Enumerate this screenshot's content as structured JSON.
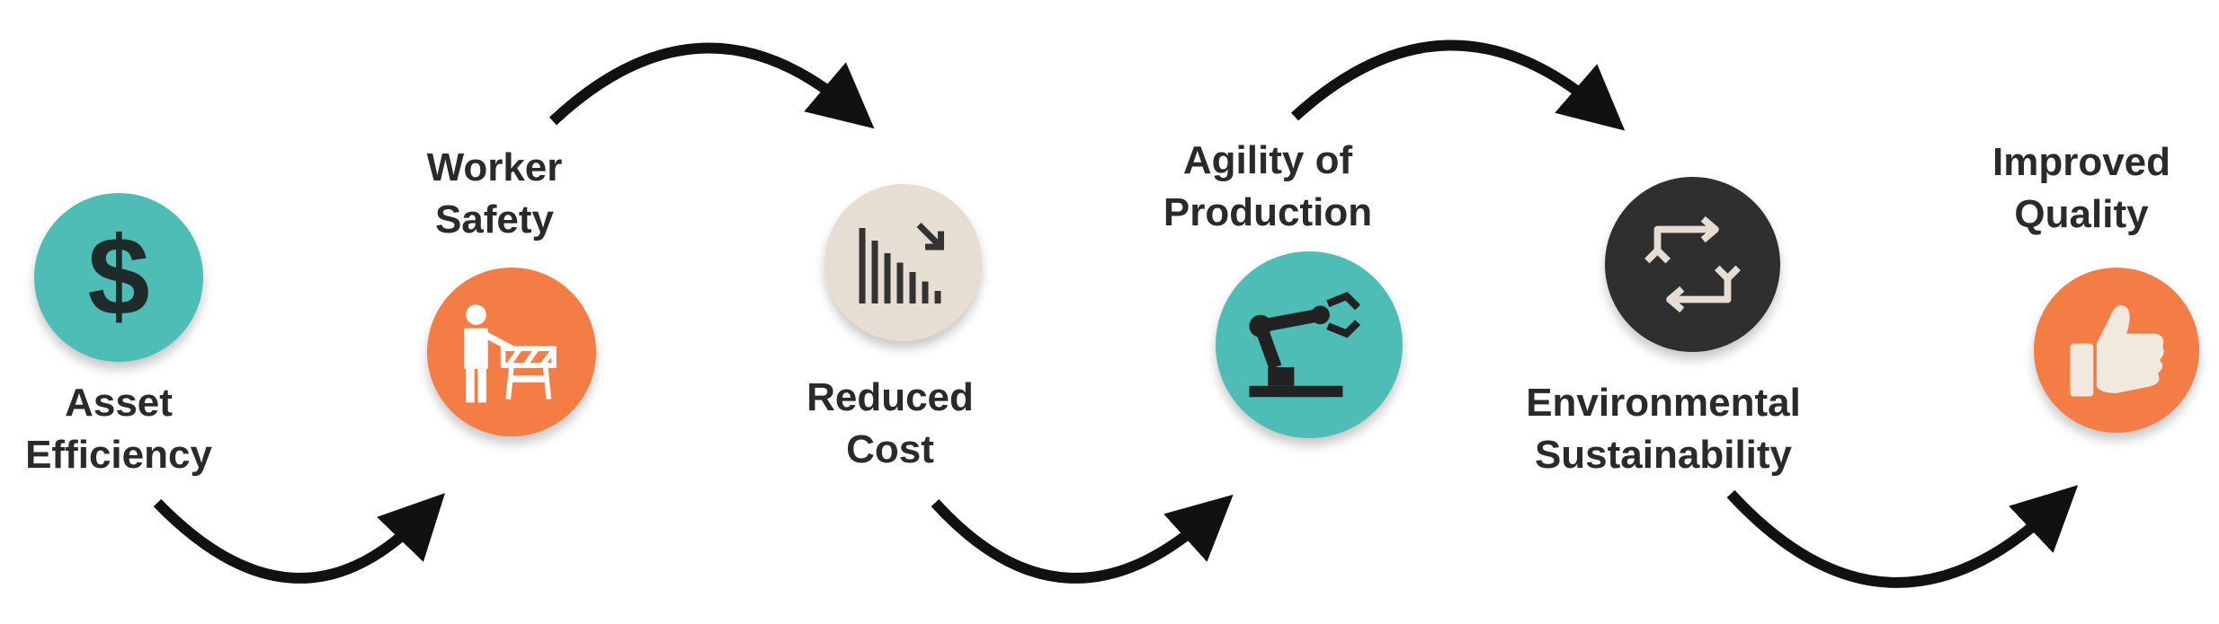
{
  "colors": {
    "teal": "#4DBDB5",
    "orange": "#F47C45",
    "beige": "#E6DED2",
    "dark": "#2F2F2F",
    "arrow": "#111111"
  },
  "steps": [
    {
      "line1": "Asset",
      "line2": "Efficiency",
      "icon": "dollar-icon",
      "color": "teal"
    },
    {
      "line1": "Worker",
      "line2": "Safety",
      "icon": "worker-barrier-icon",
      "color": "orange"
    },
    {
      "line1": "Reduced",
      "line2": "Cost",
      "icon": "declining-bars-icon",
      "color": "beige"
    },
    {
      "line1": "Agility of",
      "line2": "Production",
      "icon": "robot-arm-icon",
      "color": "teal"
    },
    {
      "line1": "Environmental",
      "line2": "Sustainability",
      "icon": "recycle-arrows-icon",
      "color": "dark"
    },
    {
      "line1": "Improved",
      "line2": "Quality",
      "icon": "thumbs-up-icon",
      "color": "orange"
    }
  ]
}
